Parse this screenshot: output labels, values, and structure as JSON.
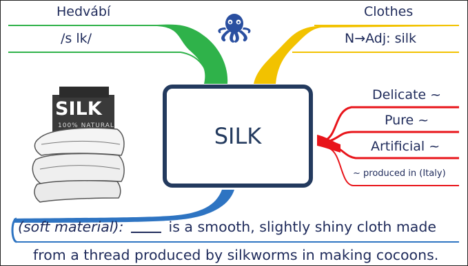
{
  "center": {
    "label": "SILK"
  },
  "branches": {
    "top_left": {
      "title": "Hedvábí",
      "pronunciation": "/s   lk/",
      "color": "#2fb24a"
    },
    "top_right": {
      "title": "Clothes",
      "grammar": "N→Adj: silk",
      "color": "#f2c200"
    },
    "right": {
      "color": "#e8141a",
      "items": [
        {
          "label": "Delicate ~"
        },
        {
          "label": "Pure ~"
        },
        {
          "label": "Artificial ~"
        },
        {
          "label": "~ produced in (Italy)"
        }
      ]
    },
    "bottom": {
      "color": "#2e74c2",
      "definition_label": "(soft material):",
      "definition_rest": "is a smooth, slightly shiny cloth made",
      "definition_line2": "from a thread produced by silkworms in making cocoons."
    }
  },
  "image": {
    "tag_title": "SILK",
    "tag_subtitle": "100% NATURAL"
  },
  "logo": {
    "icon": "octopus-icon",
    "color": "#2a4fa0"
  }
}
